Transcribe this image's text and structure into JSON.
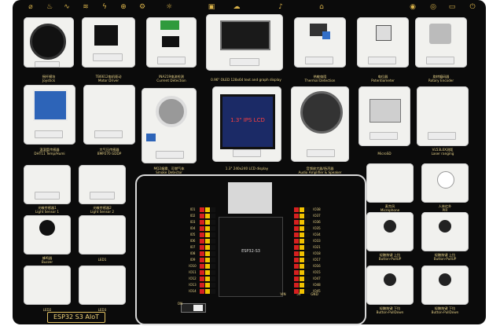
{
  "board": {
    "title": "ESP32 S3 AIoT",
    "chip_label": "ESP32-S3"
  },
  "modules": {
    "joystick": {
      "label_cn": "摇杆模块",
      "label_en": "Joystick"
    },
    "motor": {
      "label_cn": "TB6612电机驱动",
      "label_en": "Motor Driver"
    },
    "current": {
      "label_cn": "INA219电流检测",
      "label_en": "Current Detection"
    },
    "oled": {
      "label_en": "0.96\" OLED 128x64 text and graph display"
    },
    "thermal": {
      "label_cn": "热敏电阻",
      "label_en": "Thermal Detection"
    },
    "potentiometer": {
      "label_cn": "电位器",
      "label_en": "Potentiometer"
    },
    "encoder": {
      "label_cn": "旋转编码器",
      "label_en": "Rotary Encoder"
    },
    "dht": {
      "label_cn": "温湿度传感器",
      "label_en": "DHT11 Temp/Humi"
    },
    "bmp": {
      "label_cn": "大气压传感器",
      "label_en": "BMP270 GDDP"
    },
    "smoke": {
      "label_cn": "MQ2烟雾、可燃气体",
      "label_en": "Smoke Detector"
    },
    "lcd": {
      "label_en": "1.3\" 240x240 LCD display",
      "screen_text": "1.3\" IPS LCD"
    },
    "audio": {
      "label_cn": "音频放大器/扬声器",
      "label_en": "Audio Amplifier & Speaker"
    },
    "microsd": {
      "label_en": "MicroSD"
    },
    "laser": {
      "label_en": "VL53L0X测距",
      "label_en2": "Laser ranging"
    },
    "light1": {
      "label_cn": "光敏传感器1",
      "label_en": "Light Sensor 1"
    },
    "light2": {
      "label_cn": "光敏传感器2",
      "label_en": "Light Sensor 2"
    },
    "microphone": {
      "label_cn": "麦克风",
      "label_en": "Microphone"
    },
    "pir": {
      "label_cn": "人体红外",
      "label_en": "PIR"
    },
    "buzzer": {
      "label_cn": "蜂鸣器",
      "label_en": "Buzzer"
    },
    "led1": {
      "label_en": "LED1"
    },
    "led2": {
      "label_en": "LED2"
    },
    "led3": {
      "label_en": "LED3"
    },
    "btn_pullup_1": {
      "label_cn": "轻触按键 上拉",
      "label_en": "Button-PullUP"
    },
    "btn_pullup_2": {
      "label_cn": "轻触按键 上拉",
      "label_en": "Button-PullUP"
    },
    "btn_pulldown_1": {
      "label_cn": "轻触按键 下拉",
      "label_en": "Button-PullDown"
    },
    "btn_pulldown_2": {
      "label_cn": "轻触按键 下拉",
      "label_en": "Button-PullDown"
    }
  },
  "pins_left": [
    "IO1",
    "IO2",
    "IO3",
    "IO4",
    "IO5",
    "IO6",
    "IO7",
    "IO8",
    "IO9",
    "IO10",
    "IO11",
    "IO12",
    "IO13",
    "IO14"
  ],
  "pins_right": [
    "IO38",
    "IO37",
    "IO36",
    "IO35",
    "IO34",
    "IO33",
    "IO21",
    "IO18",
    "IO17",
    "IO16",
    "IO15",
    "IO47",
    "IO48",
    "IO45"
  ],
  "power_labels": {
    "vin": "VIN",
    "v5": "5V",
    "gnd": "GND",
    "switch_on": "ON"
  },
  "colors": {
    "pcb": "#0b0b0b",
    "silkscreen": "#e9d48a",
    "header_red": "#d62020",
    "header_yellow": "#f2c200",
    "header_black": "#111111"
  }
}
